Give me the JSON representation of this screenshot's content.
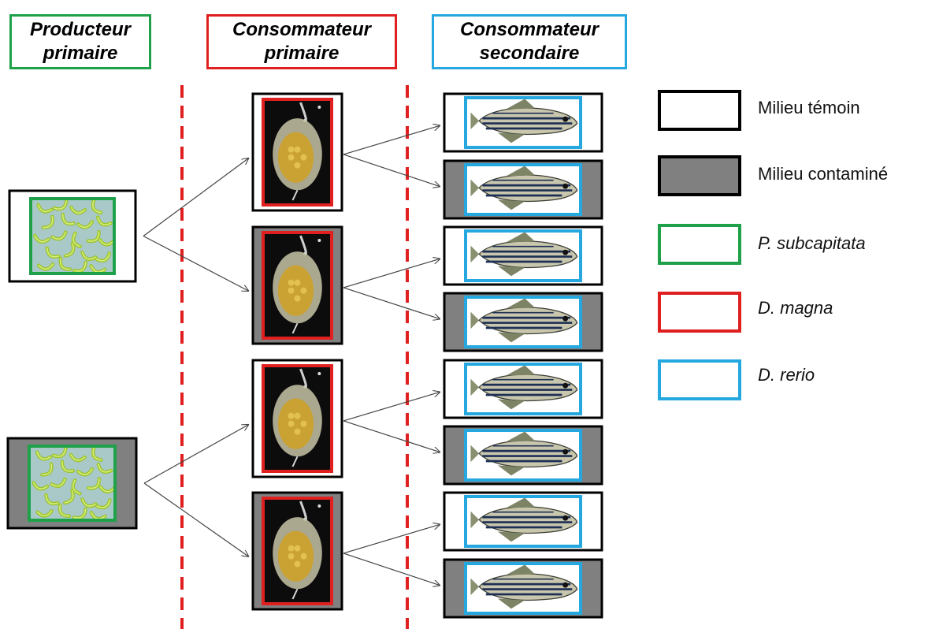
{
  "headers": [
    {
      "line1": "Producteur",
      "line2": "primaire",
      "color": "#1fa14a"
    },
    {
      "line1": "Consommateur",
      "line2": "primaire",
      "color": "#e02020"
    },
    {
      "line1": "Consommateur",
      "line2": "secondaire",
      "color": "#25a8e0"
    }
  ],
  "legend": [
    {
      "label": "Milieu témoin",
      "kind": "medium",
      "fill": "#ffffff",
      "border": "#000000"
    },
    {
      "label": "Milieu contaminé",
      "kind": "medium",
      "fill": "#808080",
      "border": "#000000"
    },
    {
      "label": "P. subcapitata",
      "kind": "species",
      "fill": "#ffffff",
      "border": "#1fa14a"
    },
    {
      "label": "D. magna",
      "kind": "species",
      "fill": "#ffffff",
      "border": "#e02020"
    },
    {
      "label": "D. rerio",
      "kind": "species",
      "fill": "#ffffff",
      "border": "#25a8e0"
    }
  ],
  "colors": {
    "control": "#ffffff",
    "contaminated": "#808080",
    "algae": "#1fa14a",
    "daphnia": "#e02020",
    "fish": "#25a8e0",
    "divider": "#e02020"
  },
  "icons": {
    "algae": "algae-icon",
    "daphnia": "daphnia-icon",
    "fish": "zebrafish-icon"
  },
  "tree": {
    "producers": [
      "control",
      "contaminated"
    ],
    "primary_consumers": [
      "control",
      "contaminated"
    ],
    "secondary_consumers": [
      "control",
      "contaminated"
    ]
  }
}
